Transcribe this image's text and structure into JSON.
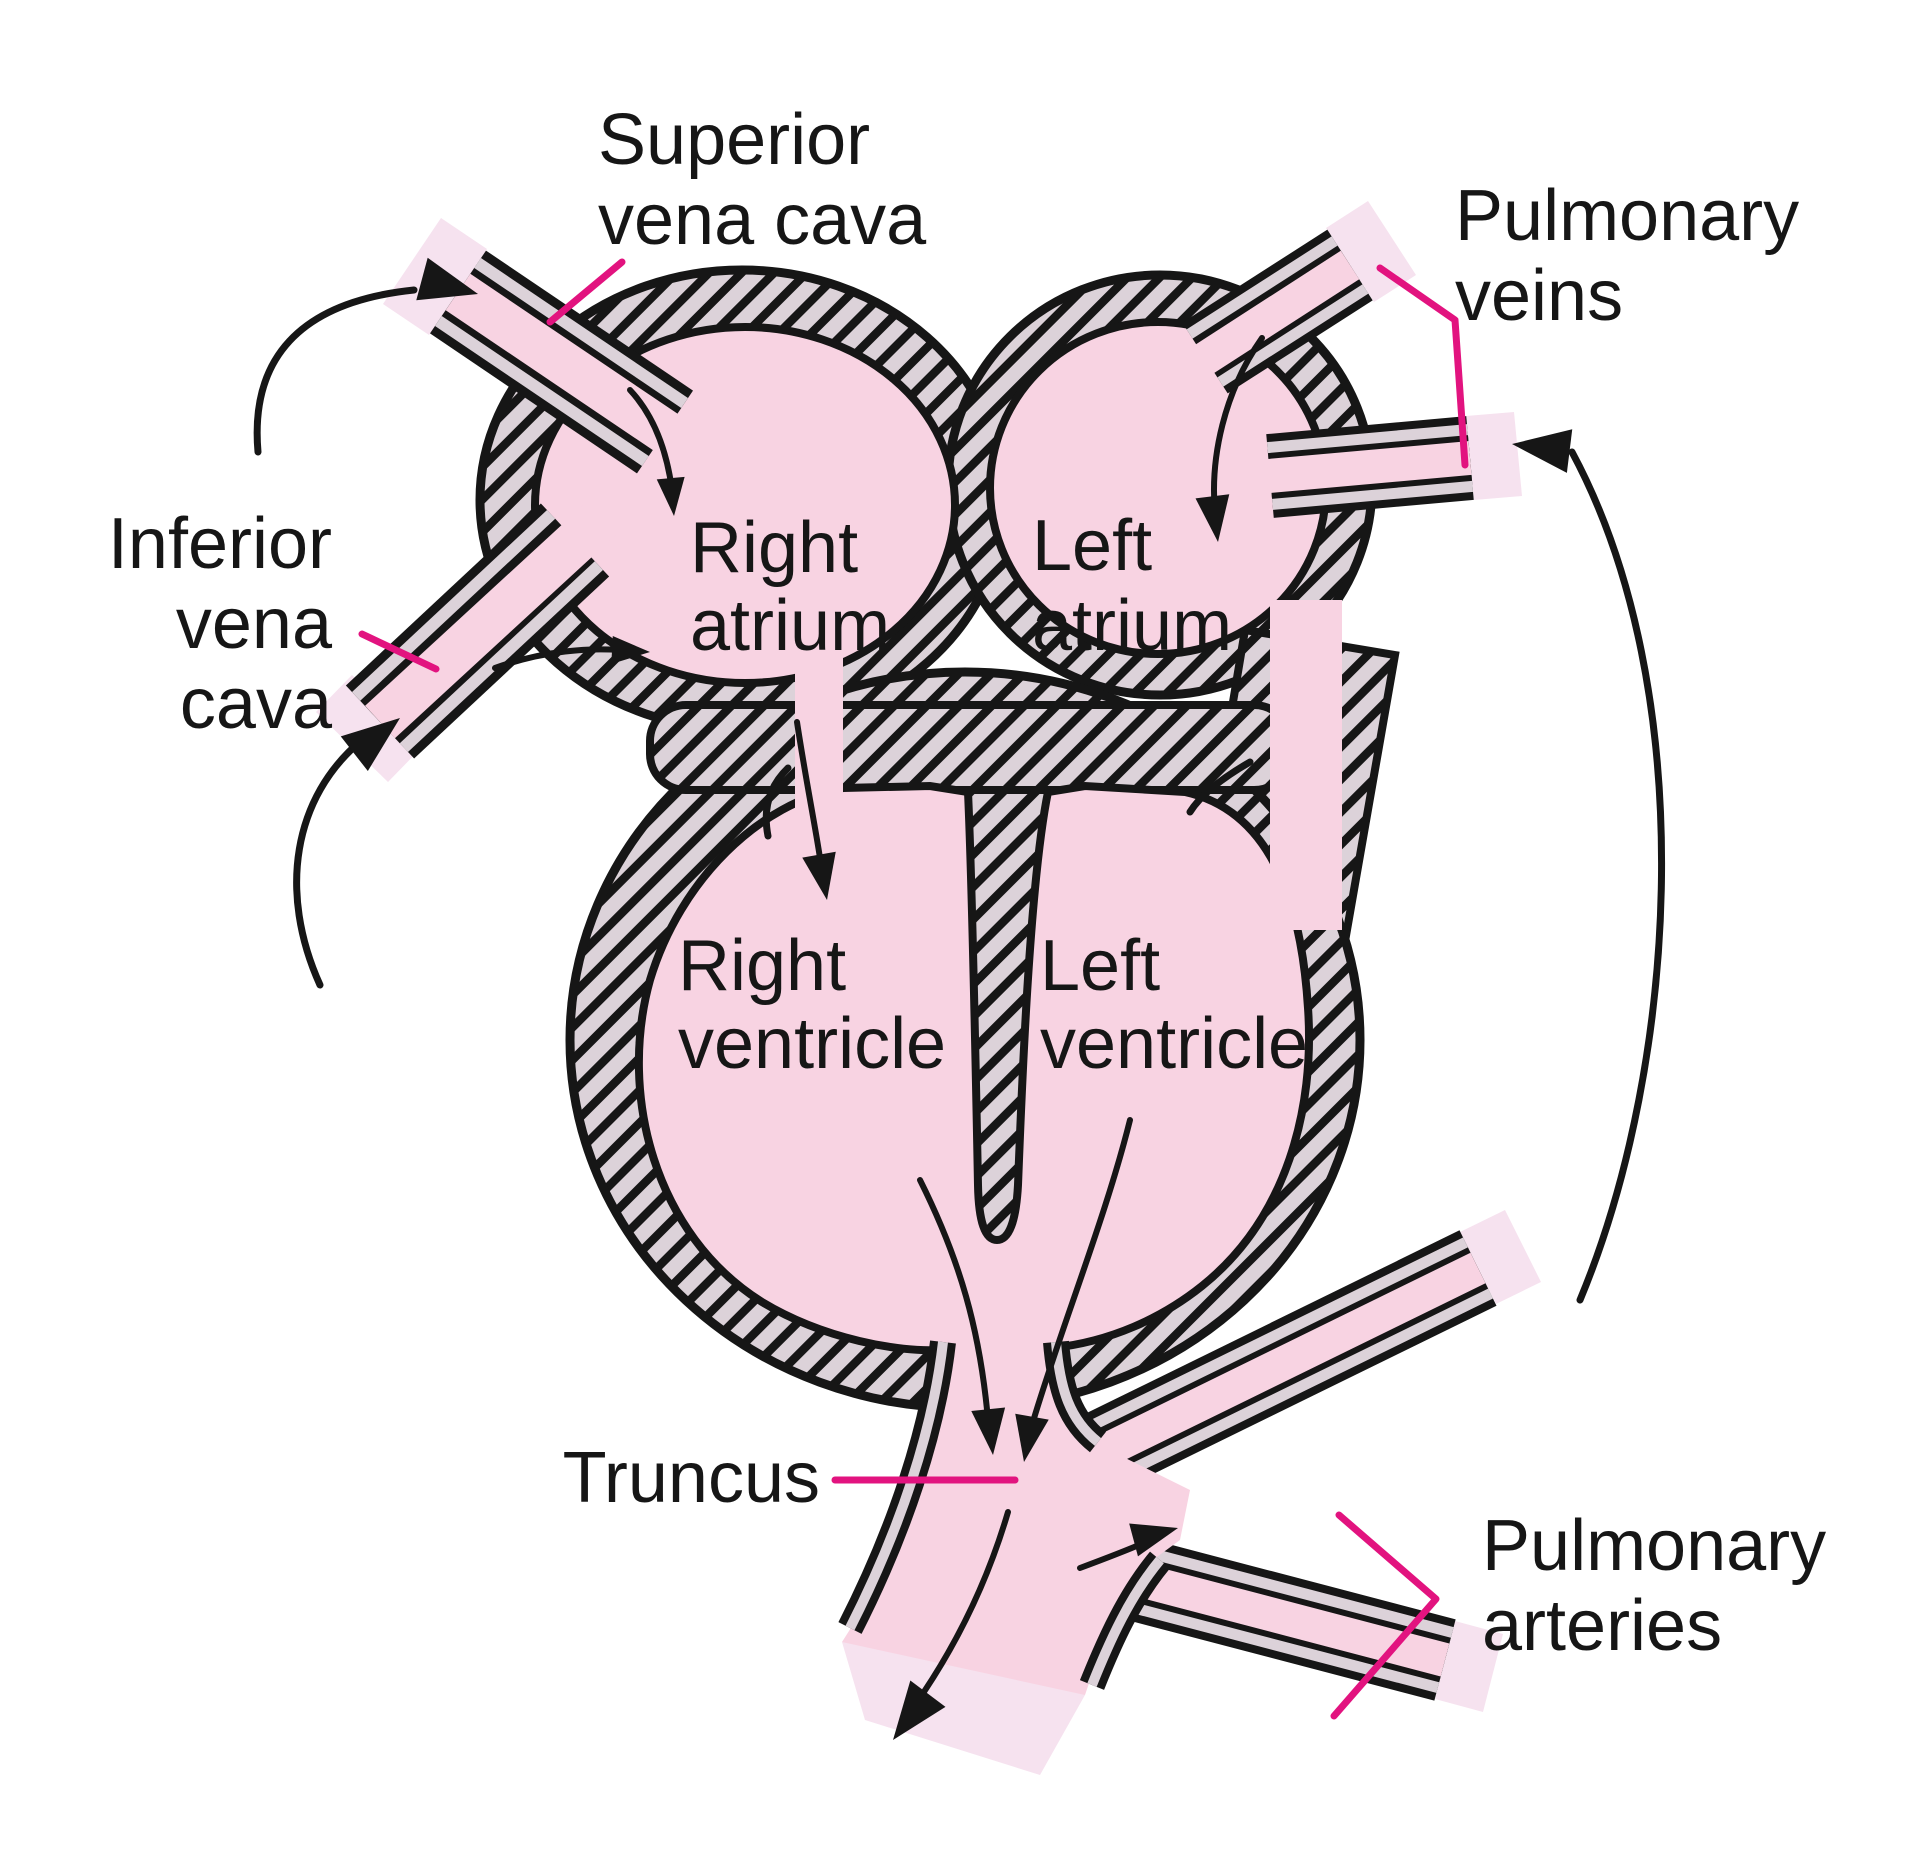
{
  "labels": {
    "superior_vena_cava": {
      "line1": "Superior",
      "line2": "vena cava"
    },
    "pulmonary_veins": {
      "line1": "Pulmonary",
      "line2": "veins"
    },
    "inferior_vena_cava": {
      "line1": "Inferior",
      "line2": "vena",
      "line3": "cava"
    },
    "right_atrium": {
      "line1": "Right",
      "line2": "atrium"
    },
    "left_atrium": {
      "line1": "Left",
      "line2": "atrium"
    },
    "right_ventricle": {
      "line1": "Right",
      "line2": "ventricle"
    },
    "left_ventricle": {
      "line1": "Left",
      "line2": "ventricle"
    },
    "truncus": {
      "line1": "Truncus"
    },
    "pulmonary_arteries": {
      "line1": "Pulmonary",
      "line2": "arteries"
    }
  },
  "colors": {
    "chamber": "#f8d3e2",
    "wall_base": "#dcd2d9",
    "outline": "#161616",
    "leader": "#e2137f",
    "cut": "#f6e2ef",
    "page": "#ffffff"
  }
}
